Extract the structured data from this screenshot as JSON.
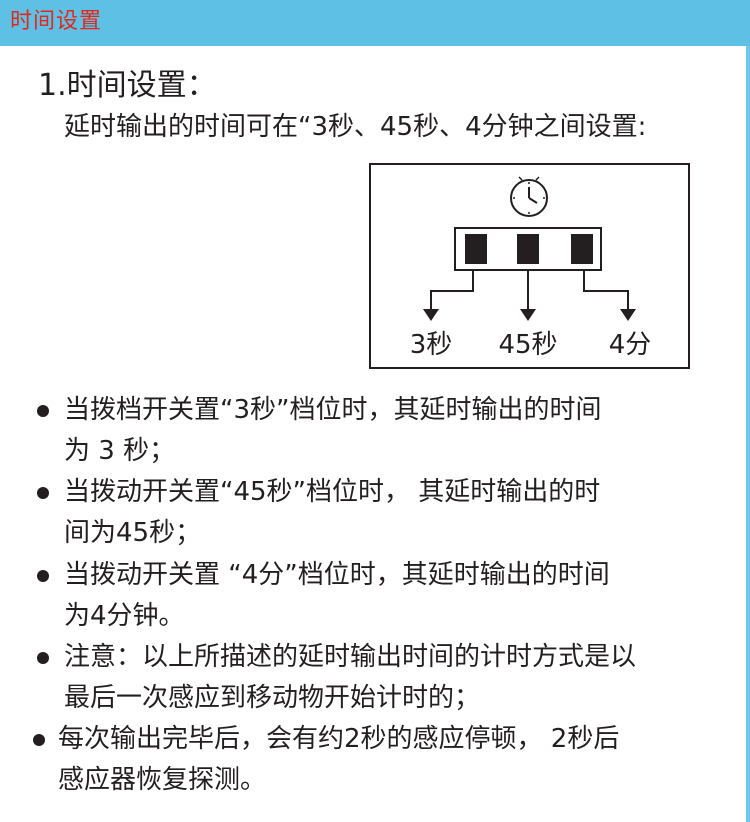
{
  "header": {
    "title": "时间设置"
  },
  "section": {
    "heading": "1.时间设置：",
    "intro": "延时输出的时间可在“3秒、45秒、4分钟之间设置:"
  },
  "diagram": {
    "labels": [
      "3秒",
      "45秒",
      "4分"
    ]
  },
  "bullets": [
    {
      "lines": [
        "当拨档开关置“3秒”档位时，其延时输出的时间",
        "为 3 秒；"
      ]
    },
    {
      "lines": [
        "当拨动开关置“45秒”档位时， 其延时输出的时",
        "间为45秒；"
      ]
    },
    {
      "lines": [
        "当拨动开关置 “4分”档位时，其延时输出的时间",
        "为4分钟。"
      ]
    },
    {
      "lines": [
        "注意：以上所描述的延时输出时间的计时方式是以",
        "最后一次感应到移动物开始计时的；"
      ]
    },
    {
      "lines": [
        "每次输出完毕后，会有约2秒的感应停顿， 2秒后",
        "感应器恢复探测。"
      ]
    }
  ]
}
